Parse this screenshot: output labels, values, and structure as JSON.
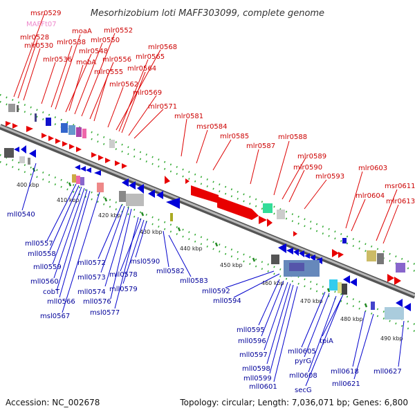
{
  "title": "Mesorhizobium loti MAFF303099, complete genome",
  "accession": "Accession: NC_002678",
  "summary": "Topology: circular; Length: 7,036,071 bp; Genes: 6,800",
  "colors": {
    "forward_gene": "#e00000",
    "reverse_gene": "#0000d0",
    "forward_label": "#cc0000",
    "reverse_label": "#000099",
    "rna_label": "#ee88cc",
    "backbone": "#888888",
    "kbp_dots": "#228822"
  },
  "kbp_markers": [
    "400 kbp",
    "410 kbp",
    "420 kbp",
    "430 kbp",
    "440 kbp",
    "450 kbp",
    "460 kbp",
    "470 kbp",
    "480 kbp",
    "490 kbp"
  ],
  "forward_labels": [
    "msr0529",
    "MAFFt07",
    "mlr0528",
    "mlr0530",
    "mlr0538",
    "moaA",
    "mlr0548",
    "mlr0550",
    "mlr0552",
    "mlr0536",
    "mobA",
    "mlr0556",
    "mlr0555",
    "mlr0568",
    "mlr0565",
    "mlr0564",
    "mlr0562",
    "mlr0569",
    "mlr0571",
    "mlr0581",
    "msr0584",
    "mlr0585",
    "mlr0587",
    "mlr0588",
    "mlr0589",
    "mlr0590",
    "mlr0593",
    "mlr0603",
    "mlr0604",
    "msr0611",
    "mlr0613"
  ],
  "reverse_labels": [
    "mll0540",
    "mll0557",
    "mll0558",
    "mll0559",
    "mll0560",
    "cobT",
    "mll0566",
    "msl0567",
    "mll0572",
    "mll0573",
    "mll0574",
    "mll0576",
    "msl0590",
    "mll0578",
    "mll0579",
    "msl0577",
    "mll0582",
    "mll0583",
    "mll0592",
    "mll0594",
    "mll0595",
    "mll0596",
    "mll0597",
    "mll0598",
    "mll0599",
    "mll0601",
    "mll0605",
    "pyrG",
    "mll0608",
    "secG",
    "tpiA",
    "mll0618",
    "mll0621",
    "mll0627"
  ]
}
